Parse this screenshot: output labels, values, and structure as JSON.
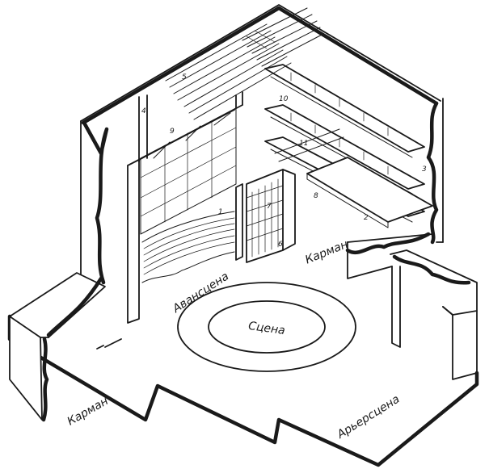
{
  "labels": {
    "scene": "Сцена",
    "avanscena": "Авансцена",
    "karman_left": "Карман",
    "karman_right": "Карман",
    "arerscena": "Арьерсцена"
  },
  "numbers": {
    "n1": "1",
    "n2": "2",
    "n3": "3",
    "n4": "4",
    "n5": "5",
    "n6": "6",
    "n7": "7",
    "n8": "8",
    "n9": "9",
    "n10": "10",
    "n11": "11"
  }
}
